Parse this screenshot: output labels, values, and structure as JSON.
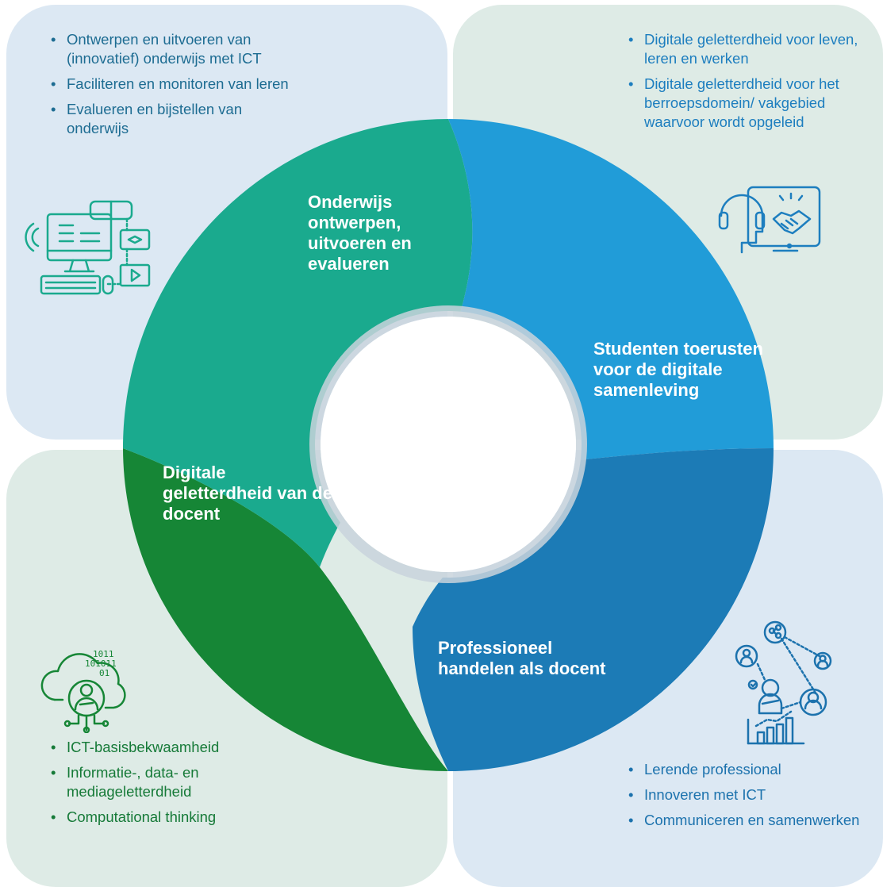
{
  "panels": {
    "top_left": {
      "items": [
        "Ontwerpen en uitvoeren van (innovatief) onderwijs met ICT",
        "Faciliteren en monitoren van leren",
        "Evalueren en bijstellen van onderwijs"
      ],
      "icon": "computer-vr-learning-icon"
    },
    "top_right": {
      "items": [
        "Digitale geletterdheid voor leven, leren en werken",
        "Digitale geletterdheid voor het berroepsdomein/ vakgebied waarvoor wordt opgeleid"
      ],
      "icon": "headset-handshake-icon"
    },
    "bottom_left": {
      "items": [
        "ICT-basisbekwaamheid",
        "Informatie-, data- en mediageletterdheid",
        "Computational thinking"
      ],
      "icon": "cloud-binary-person-icon"
    },
    "bottom_right": {
      "items": [
        "Lerende professional",
        "Innoveren met ICT",
        "Communiceren en samenwerken"
      ],
      "icon": "network-professional-growth-icon"
    }
  },
  "ring": {
    "segments": [
      {
        "key": "top",
        "label": "Onderwijs ontwerpen, uitvoeren en evalueren",
        "color": "#1aaa8e"
      },
      {
        "key": "right",
        "label": "Studenten toerusten voor de digitale samenleving",
        "color": "#219cd8"
      },
      {
        "key": "bottom",
        "label": "Professioneel handelen als docent",
        "color": "#1c7bb6"
      },
      {
        "key": "left",
        "label": "Digitale geletterdheid van de docent",
        "color": "#168636"
      }
    ]
  },
  "colors": {
    "panel_blue": "#dce8f3",
    "panel_green": "#deebe6",
    "text_teal_blue": "#1d6c92",
    "text_blue": "#1d7ebf",
    "text_green": "#167a38"
  }
}
